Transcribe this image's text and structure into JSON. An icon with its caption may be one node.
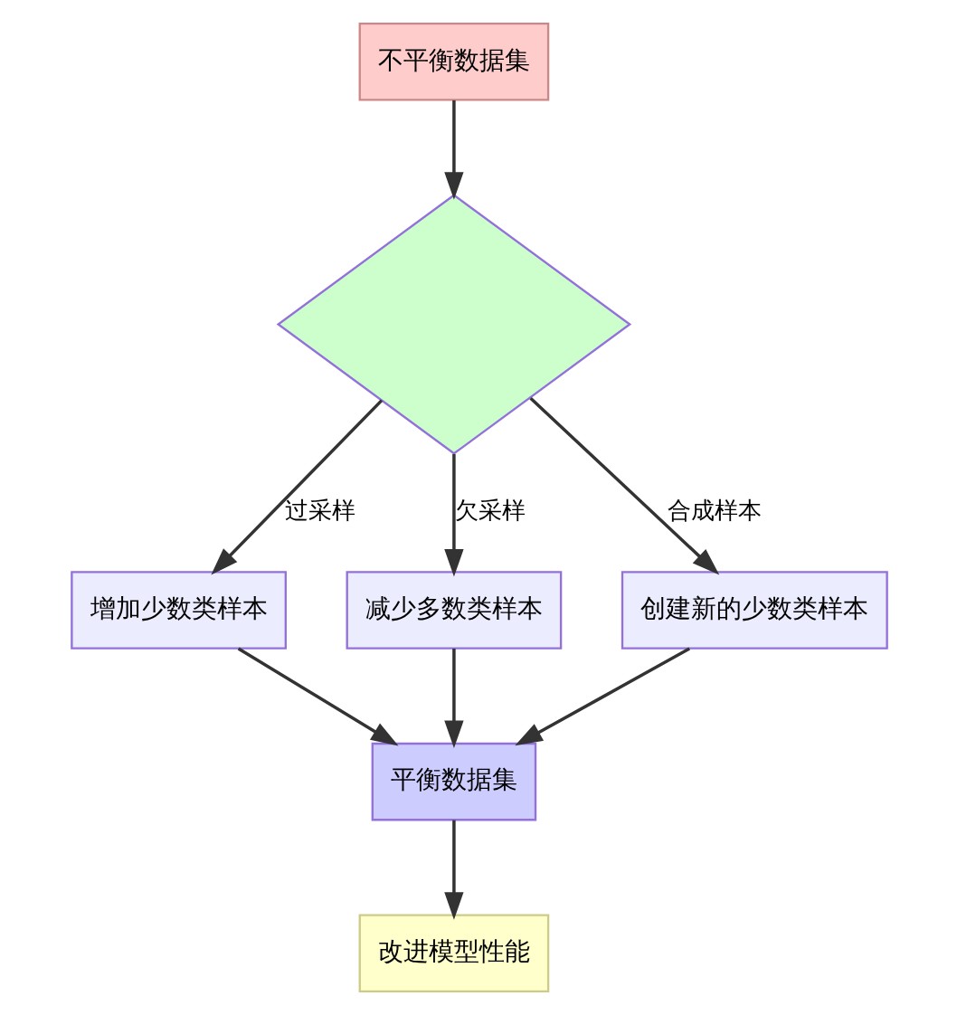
{
  "diagram": {
    "nodes": [
      {
        "text": [
          "不平衡数据集"
        ]
      },
      {
        "text": [],
        "shape": "diamond"
      },
      {
        "text": [
          "增加少数类样本"
        ]
      },
      {
        "text": [
          "减少多数类样本"
        ]
      },
      {
        "text": [
          "创建新的少数类样本"
        ]
      },
      {
        "text": [
          "平衡数据集"
        ]
      },
      {
        "text": [
          "改进模型性能"
        ]
      }
    ],
    "edges": [
      {
        "from": 0,
        "to": 1,
        "arrow": "to"
      },
      {
        "from": 1,
        "to": 2,
        "arrow": "to",
        "label": "过采样"
      },
      {
        "from": 1,
        "to": 3,
        "arrow": "to",
        "label": "欠采样"
      },
      {
        "from": 1,
        "to": 4,
        "arrow": "to",
        "label": "合成样本"
      },
      {
        "from": 2,
        "to": 5,
        "arrow": "to"
      },
      {
        "from": 3,
        "to": 5,
        "arrow": "to"
      },
      {
        "from": 4,
        "to": 5,
        "arrow": "to"
      },
      {
        "from": 5,
        "to": 6,
        "arrow": "to"
      }
    ]
  }
}
